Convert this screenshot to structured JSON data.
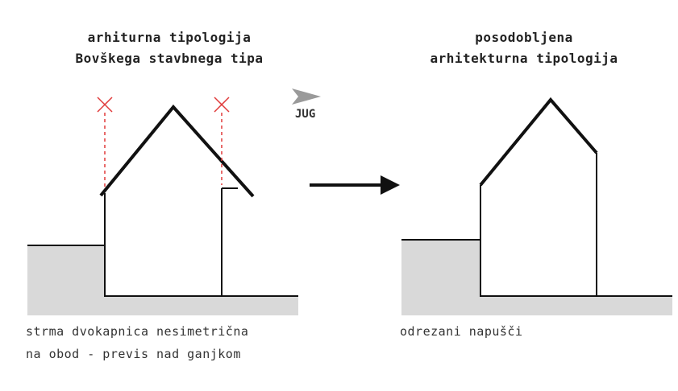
{
  "left": {
    "title_line1": "arhiturna tipologija",
    "title_line2": "Bovškega stavbnega tipa",
    "caption_line1": "strma dvokapnica nesimetrična",
    "caption_line2": "na obod - previs nad ganjkom"
  },
  "right": {
    "title_line1": "posodobljena",
    "title_line2": "arhitekturna tipologija",
    "caption_line1": "odrezani napušči"
  },
  "direction_label": "JUG",
  "colors": {
    "line": "#111111",
    "ground_fill": "#d9d9d9",
    "marker": "#e03a3a",
    "arrow_grey": "#9a9a9a"
  }
}
